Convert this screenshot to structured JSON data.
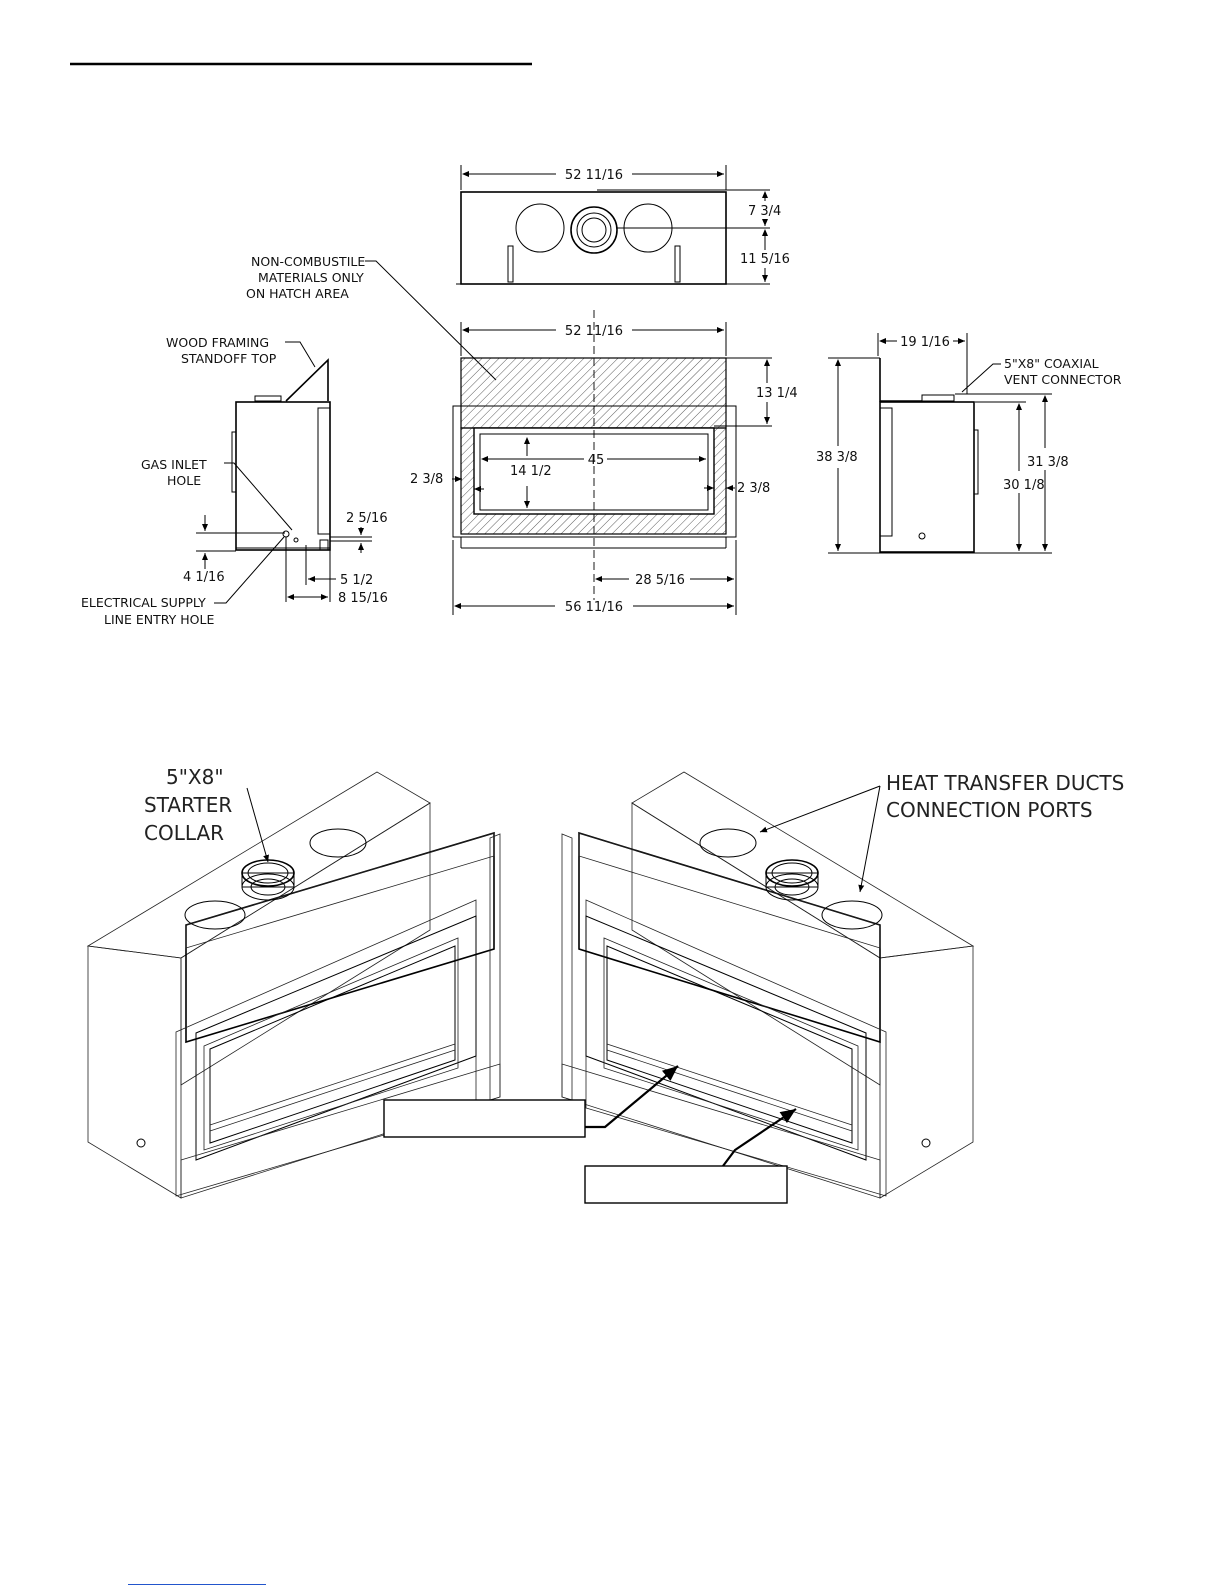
{
  "top_view": {
    "width_label": "52 11/16",
    "top_depth_label": "7 3/4",
    "total_depth_label": "11 5/16"
  },
  "left_side": {
    "wood_framing_label": [
      "WOOD FRAMING",
      "STANDOFF TOP"
    ],
    "gas_inlet_label": [
      "GAS INLET",
      "HOLE"
    ],
    "electrical_label": [
      "ELECTRICAL SUPPLY",
      "LINE ENTRY HOLE"
    ],
    "dim_2_5_16": "2 5/16",
    "dim_4_1_16": "4 1/16",
    "dim_5_1_2": "5 1/2",
    "dim_8_15_16": "8 15/16"
  },
  "front_view": {
    "non_combustible_label": [
      "NON-COMBUSTILE",
      "MATERIALS ONLY",
      "ON HATCH AREA"
    ],
    "top_width_label": "52 11/16",
    "hatch_height_label": "13 1/4",
    "opening_height_label": "14 1/2",
    "opening_width_label": "45",
    "left_margin_label": "2 3/8",
    "right_margin_label": "2 3/8",
    "right_offset_label": "28 5/16",
    "overall_width_label": "56 11/16"
  },
  "right_side": {
    "depth_label": "19 1/16",
    "vent_label": [
      "5\"X8\" COAXIAL",
      "VENT CONNECTOR"
    ],
    "total_height_label": "38 3/8",
    "height_vent_label": "31 3/8",
    "body_height_label": "30 1/8"
  },
  "iso_views": {
    "starter_collar_label": [
      "5\"X8\"",
      "STARTER",
      "COLLAR"
    ],
    "heat_transfer_label": [
      "HEAT TRANSFER DUCTS",
      "CONNECTION PORTS"
    ],
    "callout_box_1": "",
    "callout_box_2": ""
  }
}
